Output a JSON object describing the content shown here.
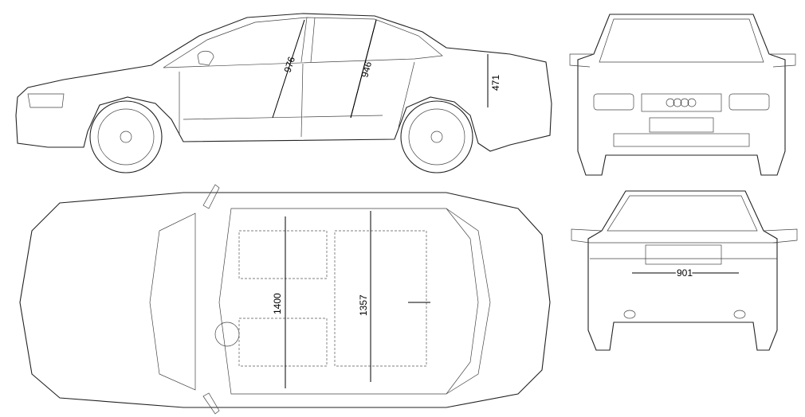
{
  "title": "Car blueprint – side, front, top and rear views",
  "dimensions": {
    "side_front_door_height": "976",
    "side_rear_door_height": "946",
    "side_trunk_height": "471",
    "top_front_width": "1400",
    "top_rear_width": "1357",
    "rear_plate_width": "901"
  },
  "colors": {
    "line": "#222222",
    "background": "#ffffff"
  }
}
